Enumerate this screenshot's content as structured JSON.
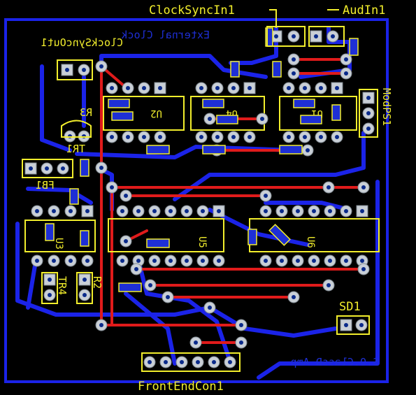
{
  "labels": {
    "clock_sync_in": "ClockSyncIn1",
    "aud_in": "AudIn1",
    "clock_sync_out": "ClockSyncOut1",
    "external_clock": "External Clock",
    "mod_ps": "ModPS1",
    "u2": "U2",
    "u4": "U4",
    "u1": "U1",
    "r3": "R3",
    "tr1": "TR1",
    "fb1": "FB1",
    "u3": "U3",
    "u5": "U5",
    "u6": "U6",
    "tr4": "TR4",
    "r2": "R2",
    "sd1": "SD1",
    "board_name": "S.O.ClassD Amp",
    "front_end_con": "FrontEndCon1"
  },
  "colors": {
    "background": "#000000",
    "copper_bottom": "#1b23e8",
    "copper_top": "#e01b1b",
    "silkscreen": "#f2ee2c",
    "pad": "#c9cfd6"
  }
}
